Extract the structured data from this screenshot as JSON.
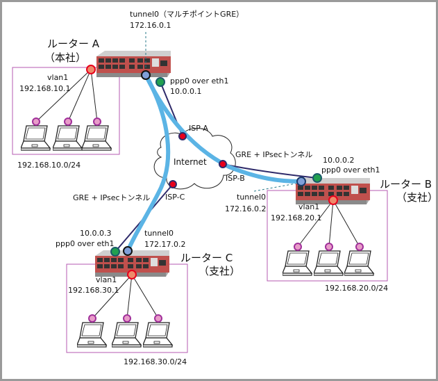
{
  "colors": {
    "tunnel_line": "#5bb4e5",
    "ppp_line": "#2e2a6a",
    "lan_box": "#b45ab0",
    "vlan_node": "#ee8a6a",
    "tunnel_node": "#7f9fd9",
    "ppp_node": "#22a050",
    "isp_node": "#e8001c",
    "host_node": "#e89cc8"
  },
  "internet": {
    "label": "Internet"
  },
  "router_a": {
    "name": "ルーター A",
    "role": "（本社）",
    "tunnel_label": "tunnel0（マルチポイントGRE）",
    "tunnel_ip": "172.16.0.1",
    "ppp_label": "ppp0 over eth1",
    "ppp_ip": "10.0.0.1",
    "vlan_label": "vlan1",
    "vlan_ip": "192.168.10.1",
    "subnet": "192.168.10.0/24",
    "isp": "ISP-A"
  },
  "router_b": {
    "name": "ルーター B",
    "role": "（支社）",
    "tunnel_label": "tunnel0",
    "tunnel_ip": "172.16.0.2",
    "ppp_label": "ppp0 over eth1",
    "ppp_ip": "10.0.0.2",
    "vlan_label": "vlan1",
    "vlan_ip": "192.168.20.1",
    "subnet": "192.168.20.0/24",
    "isp": "ISP-B",
    "vpn_label": "GRE + IPsecトンネル"
  },
  "router_c": {
    "name": "ルーター C",
    "role": "（支社）",
    "tunnel_label": "tunnel0",
    "tunnel_ip": "172.17.0.2",
    "ppp_label": "ppp0 over eth1",
    "ppp_ip": "10.0.0.3",
    "vlan_label": "vlan1",
    "vlan_ip": "192.168.30.1",
    "subnet": "192.168.30.0/24",
    "isp": "ISP-C",
    "vpn_label": "GRE + IPsecトンネル"
  }
}
